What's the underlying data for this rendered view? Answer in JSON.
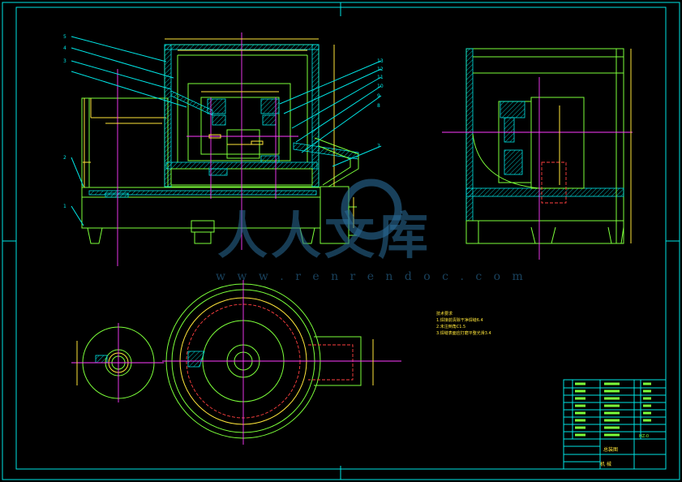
{
  "drawing": {
    "tech_notes_title": "技术要求",
    "tech_notes": [
      "1.焊接前清除干净焊缝6.4",
      "2.未注倒角C1.5",
      "3.焊缝表面应打磨平整光滑3.4"
    ],
    "part_labels_left": [
      "5",
      "4",
      "3",
      "2",
      "1"
    ],
    "part_labels_right": [
      "13",
      "12",
      "11",
      "10",
      "9",
      "8",
      "7"
    ],
    "title_block": {
      "drawing_name": "总装图",
      "drawing_code": "HZ-0",
      "organization": "机 械"
    }
  },
  "watermark": {
    "chinese": "人人文库",
    "url": "w w w . r e n r e n d o c . c o m"
  },
  "colors": {
    "background": "#000000",
    "frame": "#00e5e5",
    "outline": "#7cff3a",
    "dimension": "#ffe63a",
    "centerline": "#ff3cff",
    "hidden": "#ff4040",
    "watermark": "#2a6d9a"
  }
}
